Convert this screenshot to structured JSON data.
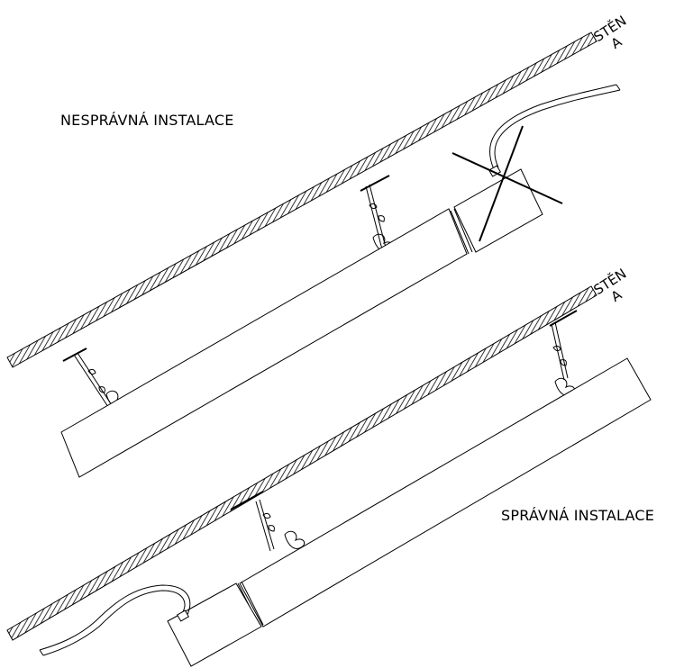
{
  "top_diagram": {
    "wall_label_line1": "STĚN",
    "wall_label_line2": "A",
    "caption": "NESPRÁVNÁ INSTALACE"
  },
  "bottom_diagram": {
    "wall_label_line1": "STĚN",
    "wall_label_line2": "A",
    "caption": "SPRÁVNÁ INSTALACE"
  }
}
